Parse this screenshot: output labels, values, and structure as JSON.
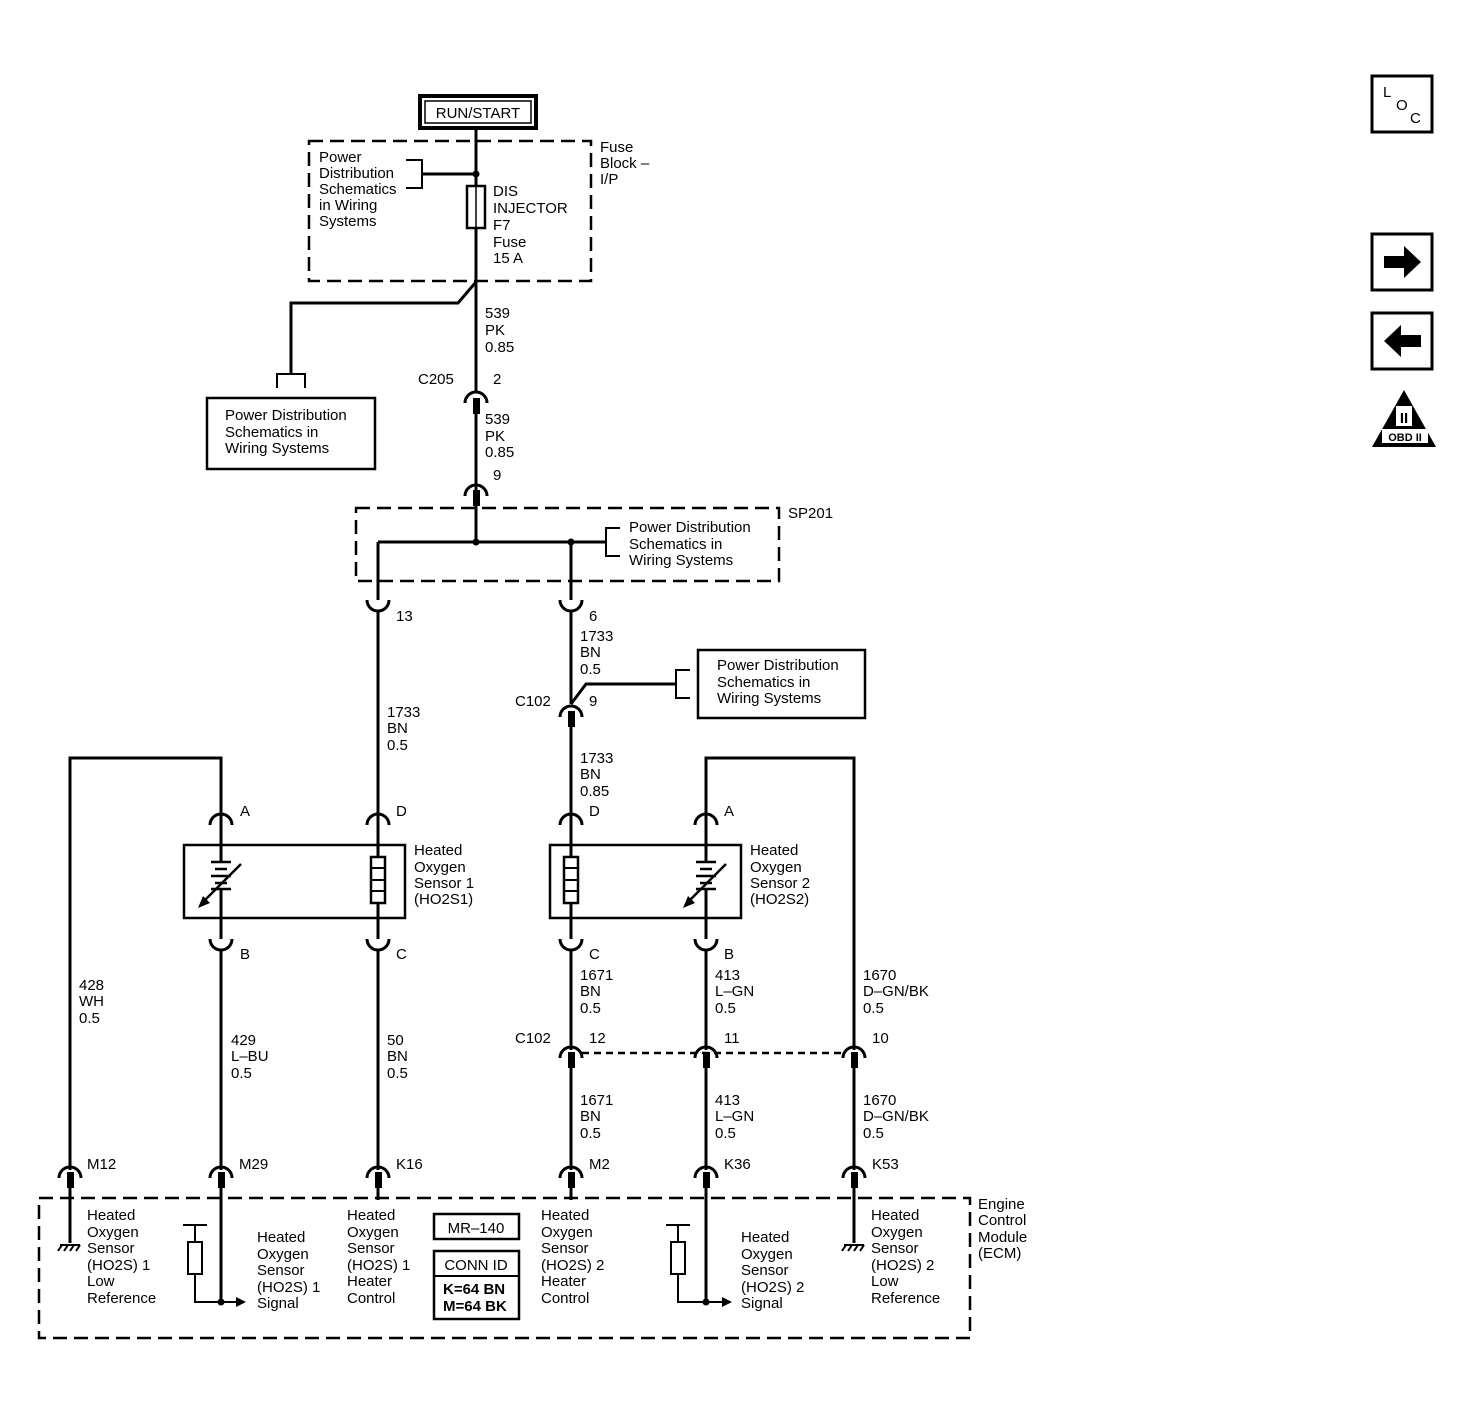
{
  "header": {
    "run_start": "RUN/START"
  },
  "fuse_block": {
    "label": [
      "Fuse",
      "Block –",
      "I/P"
    ],
    "fuse": [
      "DIS",
      "INJECTOR",
      "F7",
      "Fuse",
      "15 A"
    ]
  },
  "power_dist": [
    "Power",
    "Distribution",
    "Schematics",
    "in Wiring",
    "Systems"
  ],
  "power_dist_box": [
    "Power Distribution",
    "Schematics in",
    "Wiring Systems"
  ],
  "splice": {
    "name": "SP201"
  },
  "wires": {
    "w539a": [
      "539",
      "PK",
      "0.85"
    ],
    "w539b": [
      "539",
      "PK",
      "0.85"
    ],
    "w1733a": [
      "1733",
      "BN",
      "0.5"
    ],
    "w1733b": [
      "1733",
      "BN",
      "0.5"
    ],
    "w1733c": [
      "1733",
      "BN",
      "0.85"
    ],
    "w428": [
      "428",
      "WH",
      "0.5"
    ],
    "w429": [
      "429",
      "L–BU",
      "0.5"
    ],
    "w50": [
      "50",
      "BN",
      "0.5"
    ],
    "w1671a": [
      "1671",
      "BN",
      "0.5"
    ],
    "w1671b": [
      "1671",
      "BN",
      "0.5"
    ],
    "w413a": [
      "413",
      "L–GN",
      "0.5"
    ],
    "w413b": [
      "413",
      "L–GN",
      "0.5"
    ],
    "w1670a": [
      "1670",
      "D–GN/BK",
      "0.5"
    ],
    "w1670b": [
      "1670",
      "D–GN/BK",
      "0.5"
    ]
  },
  "connectors": {
    "c205": "C205",
    "c205_pin_top": "2",
    "c205_pin_bottom": "9",
    "sp_pin_13": "13",
    "sp_pin_6": "6",
    "c102_top": "C102",
    "c102_top_pin": "9",
    "c102_bottom": "C102",
    "pin12": "12",
    "pin11": "11",
    "pin10": "10"
  },
  "sensor1": {
    "label": [
      "Heated",
      "Oxygen",
      "Sensor 1",
      "(HO2S1)"
    ],
    "pins": [
      "A",
      "D",
      "B",
      "C"
    ]
  },
  "sensor2": {
    "label": [
      "Heated",
      "Oxygen",
      "Sensor 2",
      "(HO2S2)"
    ],
    "pins": [
      "D",
      "A",
      "C",
      "B"
    ]
  },
  "ecm": {
    "label": [
      "Engine",
      "Control",
      "Module",
      "(ECM)"
    ],
    "pins": [
      "M12",
      "M29",
      "K16",
      "M2",
      "K36",
      "K53"
    ],
    "f1": [
      "Heated",
      "Oxygen",
      "Sensor",
      "(HO2S) 1",
      "Low",
      "Reference"
    ],
    "f2": [
      "Heated",
      "Oxygen",
      "Sensor",
      "(HO2S) 1",
      "Signal"
    ],
    "f3": [
      "Heated",
      "Oxygen",
      "Sensor",
      "(HO2S) 1",
      "Heater",
      "Control"
    ],
    "f4": [
      "Heated",
      "Oxygen",
      "Sensor",
      "(HO2S) 2",
      "Heater",
      "Control"
    ],
    "f5": [
      "Heated",
      "Oxygen",
      "Sensor",
      "(HO2S) 2",
      "Signal"
    ],
    "f6": [
      "Heated",
      "Oxygen",
      "Sensor",
      "(HO2S) 2",
      "Low",
      "Reference"
    ],
    "mr": "MR–140",
    "conn_id": "CONN ID",
    "conn_k": "K=64 BN",
    "conn_m": "M=64 BK"
  },
  "nav": {
    "loc": [
      "L",
      "O",
      "C"
    ],
    "obd": [
      "II",
      "OBD II"
    ]
  }
}
